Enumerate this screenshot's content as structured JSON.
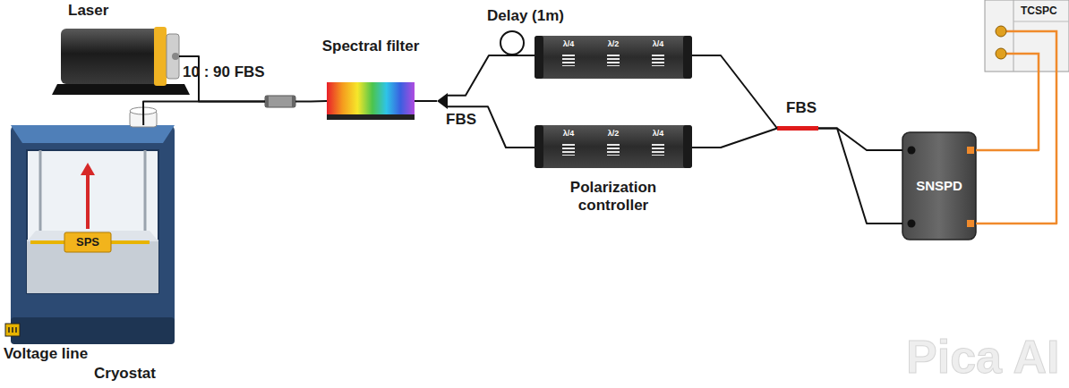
{
  "diagram": {
    "nodes": [
      {
        "text": [
          "Laser"
        ]
      },
      {
        "text": [
          "10 : 90 FBS"
        ]
      },
      {
        "text": [
          "Cryostat"
        ]
      },
      {
        "text": [
          "SPS"
        ],
        "in": 2
      },
      {
        "text": [
          "Spectral filter"
        ]
      },
      {
        "text": [
          "FBS"
        ]
      },
      {
        "text": [
          "Delay (1m)"
        ]
      },
      {
        "text": [
          "λ/4",
          "λ/2",
          "λ/4"
        ]
      },
      {
        "text": [
          "λ/4",
          "λ/2",
          "λ/4",
          "Polarization controller"
        ]
      },
      {
        "text": [
          "FBS"
        ]
      },
      {
        "text": [
          "SNSPD"
        ]
      },
      {
        "text": [
          "TCSPC"
        ]
      }
    ],
    "edges": [
      {
        "from": 0,
        "to": 1,
        "arrow": "none"
      },
      {
        "from": 2,
        "to": 1,
        "arrow": "none"
      },
      {
        "from": 1,
        "to": 4,
        "arrow": "none"
      },
      {
        "from": 4,
        "to": 5,
        "arrow": "none"
      },
      {
        "from": 5,
        "to": 6,
        "arrow": "none"
      },
      {
        "from": 6,
        "to": 7,
        "arrow": "none"
      },
      {
        "from": 5,
        "to": 8,
        "arrow": "none"
      },
      {
        "from": 7,
        "to": 9,
        "arrow": "none"
      },
      {
        "from": 8,
        "to": 9,
        "arrow": "none"
      },
      {
        "from": 9,
        "to": 10,
        "arrow": "none"
      },
      {
        "from": 9,
        "to": 10,
        "arrow": "none"
      },
      {
        "from": 10,
        "to": 11,
        "arrow": "none"
      },
      {
        "from": 10,
        "to": 11,
        "arrow": "none"
      }
    ],
    "labels": [
      "Voltage line",
      "Pica AI"
    ]
  }
}
